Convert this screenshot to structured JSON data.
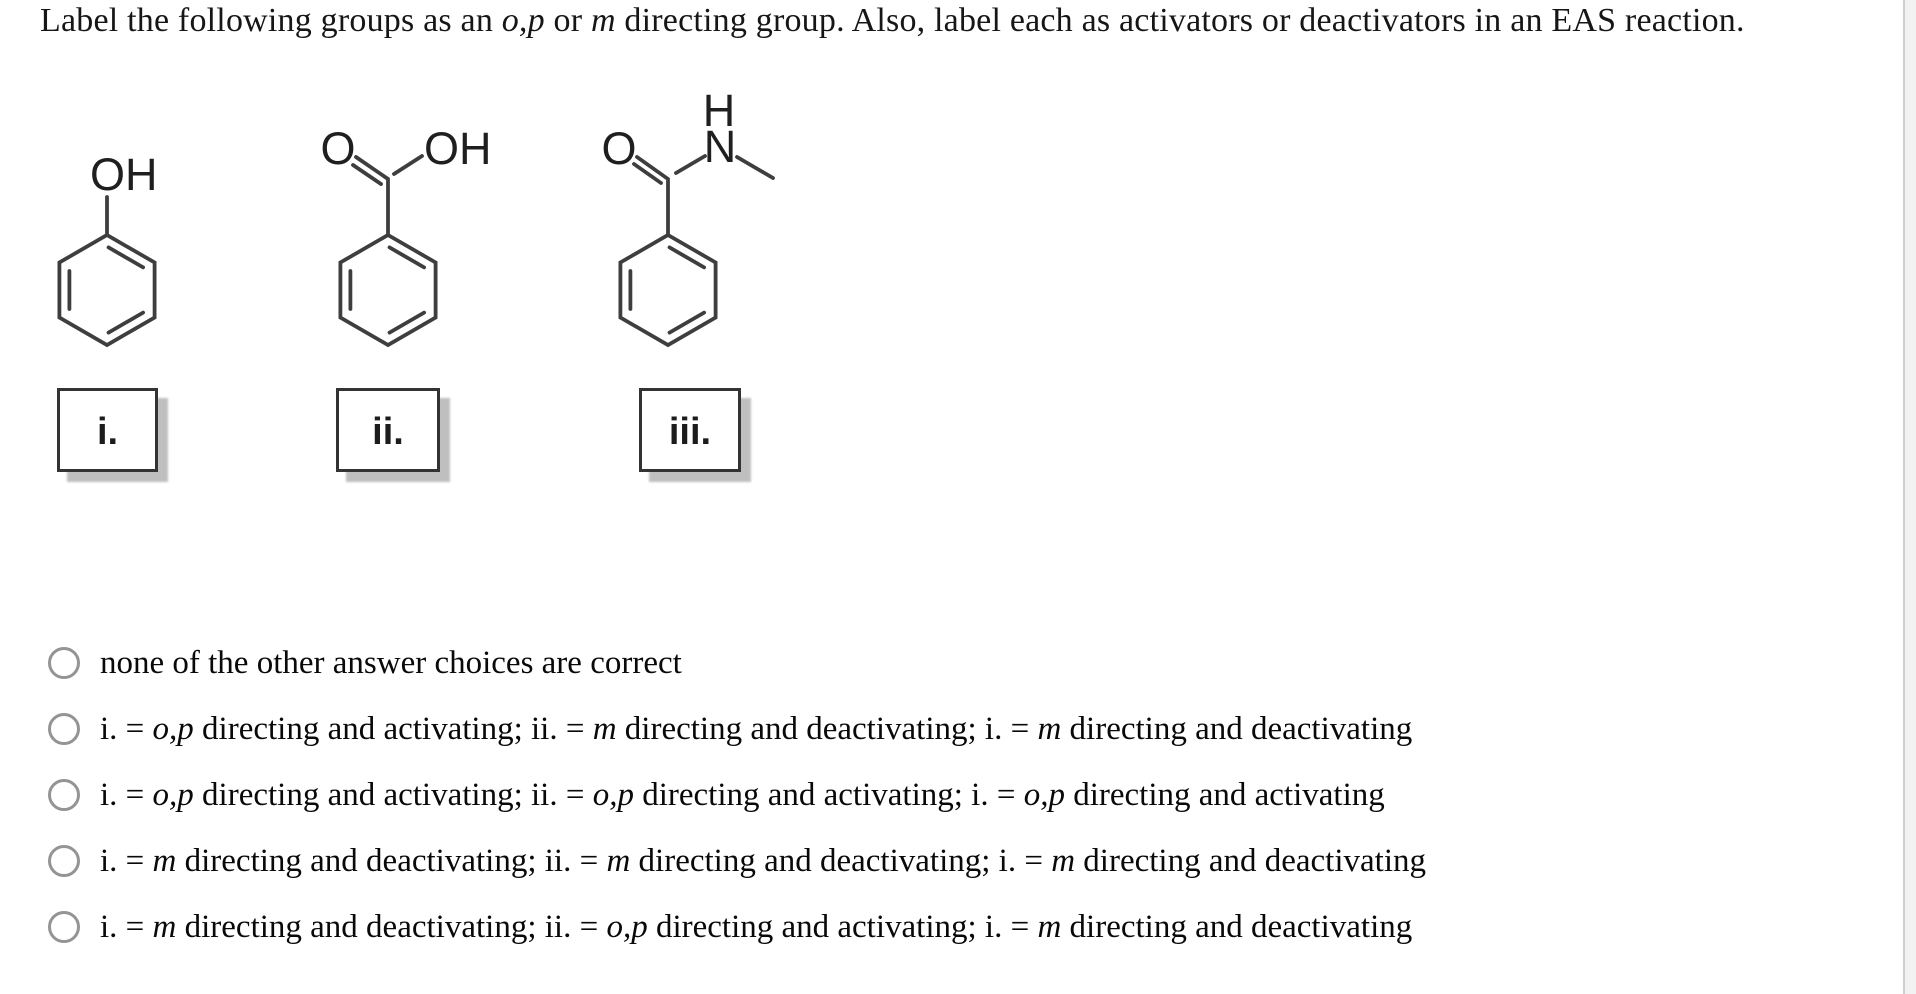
{
  "question": {
    "prompt_segments": [
      {
        "t": "Label the following groups as an ",
        "i": false
      },
      {
        "t": "o,p",
        "i": true
      },
      {
        "t": " or ",
        "i": false
      },
      {
        "t": "m",
        "i": true
      },
      {
        "t": " directing group. Also, label each as activators or deactivators in an EAS reaction.",
        "i": false
      }
    ]
  },
  "structures": [
    {
      "name": "phenol",
      "box_label": "i.",
      "atoms": {
        "oh": "OH"
      }
    },
    {
      "name": "benzoic-acid",
      "box_label": "ii.",
      "atoms": {
        "o": "O",
        "oh": "OH"
      }
    },
    {
      "name": "n-methylbenzamide",
      "box_label": "iii.",
      "atoms": {
        "o": "O",
        "n": "N",
        "h": "H"
      }
    }
  ],
  "options": [
    {
      "selected": false,
      "segments": [
        {
          "t": "none of the other answer choices are correct",
          "i": false
        }
      ]
    },
    {
      "selected": false,
      "segments": [
        {
          "t": "i. = ",
          "i": false
        },
        {
          "t": "o,p",
          "i": true
        },
        {
          "t": " directing and activating; ii. = ",
          "i": false
        },
        {
          "t": "m",
          "i": true
        },
        {
          "t": " directing and deactivating; i. = ",
          "i": false
        },
        {
          "t": "m",
          "i": true
        },
        {
          "t": " directing and deactivating",
          "i": false
        }
      ]
    },
    {
      "selected": false,
      "segments": [
        {
          "t": "i. = ",
          "i": false
        },
        {
          "t": "o,p",
          "i": true
        },
        {
          "t": " directing and activating; ii. = ",
          "i": false
        },
        {
          "t": "o,p",
          "i": true
        },
        {
          "t": " directing and activating; i. = ",
          "i": false
        },
        {
          "t": "o,p",
          "i": true
        },
        {
          "t": " directing and activating",
          "i": false
        }
      ]
    },
    {
      "selected": false,
      "segments": [
        {
          "t": "i. = ",
          "i": false
        },
        {
          "t": "m",
          "i": true
        },
        {
          "t": " directing and deactivating; ii. = ",
          "i": false
        },
        {
          "t": "m",
          "i": true
        },
        {
          "t": " directing and deactivating; i. = ",
          "i": false
        },
        {
          "t": "m",
          "i": true
        },
        {
          "t": " directing and deactivating",
          "i": false
        }
      ]
    },
    {
      "selected": false,
      "segments": [
        {
          "t": "i. = ",
          "i": false
        },
        {
          "t": "m",
          "i": true
        },
        {
          "t": " directing and deactivating; ii. = ",
          "i": false
        },
        {
          "t": "o,p",
          "i": true
        },
        {
          "t": " directing and activating; i. = ",
          "i": false
        },
        {
          "t": "m",
          "i": true
        },
        {
          "t": " directing and deactivating",
          "i": false
        }
      ]
    }
  ],
  "colors": {
    "bond": "#3e3e3e",
    "atom_label": "#1f1f1f",
    "box_border": "#333333",
    "box_shadow": "#bfbfbf",
    "radio_border": "#949494",
    "page_background": "#ffffff",
    "edge_line": "#cfcfcf",
    "edge_strip": "#f2f2f2"
  }
}
